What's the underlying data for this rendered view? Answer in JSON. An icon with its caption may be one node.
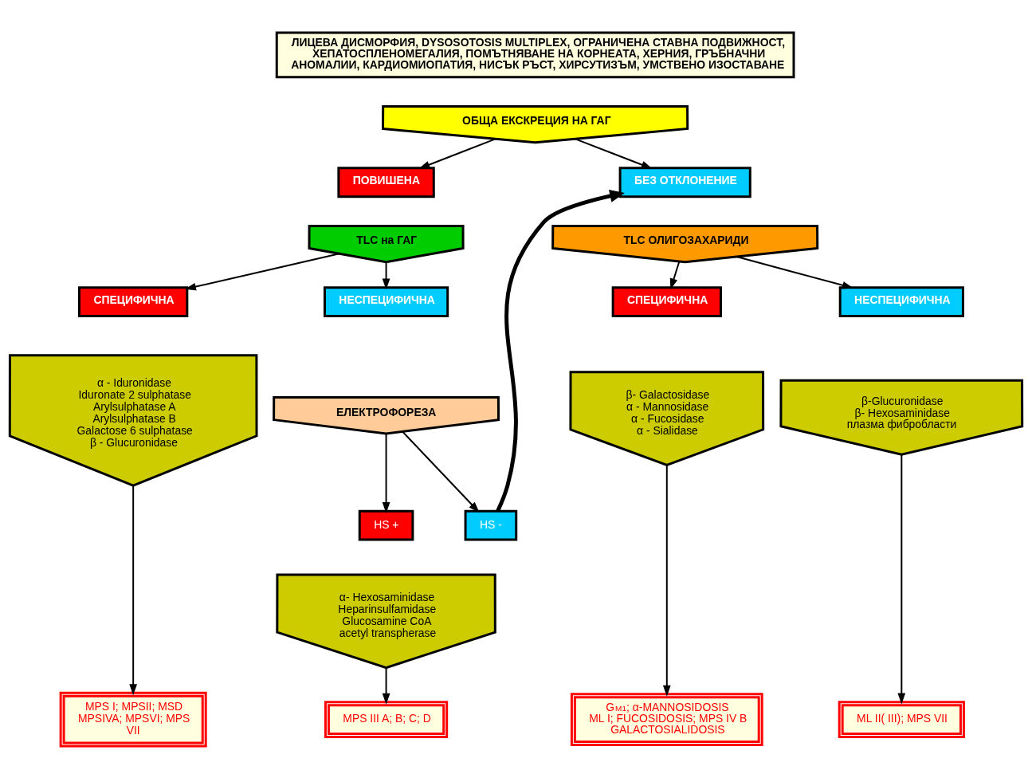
{
  "diagram": {
    "nodes": [
      {
        "text": [
          "ЛИЦЕВА ДИСМОРФИЯ, DYSOSOTOSIS MULTIPLEX, ОГРАНИЧЕНА СТАВНА ПОДВИЖНОСТ, ХЕПАТОСПЛЕНОМЕГАЛИЯ, ПОМЪТНЯВАНЕ НА КОРНЕАТА, ХЕРНИЯ, ГРЪБНАЧНИ АНОМАЛИИ, КАРДИОМИОПАТИЯ, НИСЪК РЪСТ, ХИРСУТИЗЪМ, УМСТВЕНО ИЗОСТАВАНЕ"
        ]
      },
      {
        "text": [
          "ОБЩА ЕКСКРЕЦИЯ НА ГАГ"
        ]
      },
      {
        "text": [
          "ПОВИШЕНА"
        ]
      },
      {
        "text": [
          "TLC на ГАГ"
        ]
      },
      {
        "text": [
          "СПЕЦИФИЧНА"
        ]
      },
      {
        "text": [
          "НЕСПЕЦИФИЧНА"
        ]
      },
      {
        "text": [
          "α - Iduronidase",
          "Iduronate 2 sulphatase",
          "Arylsulphatase A",
          "Arylsulphatase B",
          "Galactose 6 sulphatase",
          "β - Glucuronidase"
        ]
      },
      {
        "text": [
          "ЕЛЕКТРОФОРЕЗА"
        ]
      },
      {
        "text": [
          "HS +"
        ]
      },
      {
        "text": [
          "HS -"
        ]
      },
      {
        "text": [
          "α- Hexosaminidase",
          "Heparinsulfamidase",
          "Glucosamine CoA acetyl transpherase"
        ]
      },
      {
        "text": [
          "БЕЗ ОТКЛОНЕНИЕ"
        ]
      },
      {
        "text": [
          "TLC ОЛИГОЗАХАРИДИ"
        ]
      },
      {
        "text": [
          "СПЕЦИФИЧНА"
        ]
      },
      {
        "text": [
          "НЕСПЕЦИФИЧНА"
        ]
      },
      {
        "text": [
          "β- Galactosidase",
          "α - Mannosidase",
          "α - Fucosidase",
          "α - Sialidase"
        ]
      },
      {
        "text": [
          "β-Glucuronidase",
          "β- Hexosaminidase",
          "плазма фибробласти"
        ]
      },
      {
        "text": [
          "MPS I; MPSII; MSD MPSIVA; MPSVI; MPS VII"
        ]
      },
      {
        "text": [
          "MPS III A; B; C; D"
        ]
      },
      {
        "text": [
          "G$_{M1}$; α-MANNOSIDOSIS",
          "ML I; FUCOSIDOSIS; MPS IV B",
          "GALACTOSIALIDOSIS"
        ]
      },
      {
        "text": [
          "ML II( III); MPS VII"
        ]
      }
    ],
    "edges": [
      {
        "from": 1,
        "to": 2,
        "arrow": "to"
      },
      {
        "from": 1,
        "to": 11,
        "arrow": "to"
      },
      {
        "from": 3,
        "to": 4,
        "arrow": "to"
      },
      {
        "from": 3,
        "to": 5,
        "arrow": "to"
      },
      {
        "from": 6,
        "to": 17,
        "arrow": "to"
      },
      {
        "from": 7,
        "to": 8,
        "arrow": "to"
      },
      {
        "from": 7,
        "to": 9,
        "arrow": "to"
      },
      {
        "from": 9,
        "to": 11,
        "arrow": "to",
        "style": "thick"
      },
      {
        "from": 10,
        "to": 18,
        "arrow": "to"
      },
      {
        "from": 12,
        "to": 13,
        "arrow": "to"
      },
      {
        "from": 12,
        "to": 14,
        "arrow": "to"
      },
      {
        "from": 15,
        "to": 19,
        "arrow": "to"
      },
      {
        "from": 16,
        "to": 20,
        "arrow": "to"
      }
    ]
  }
}
